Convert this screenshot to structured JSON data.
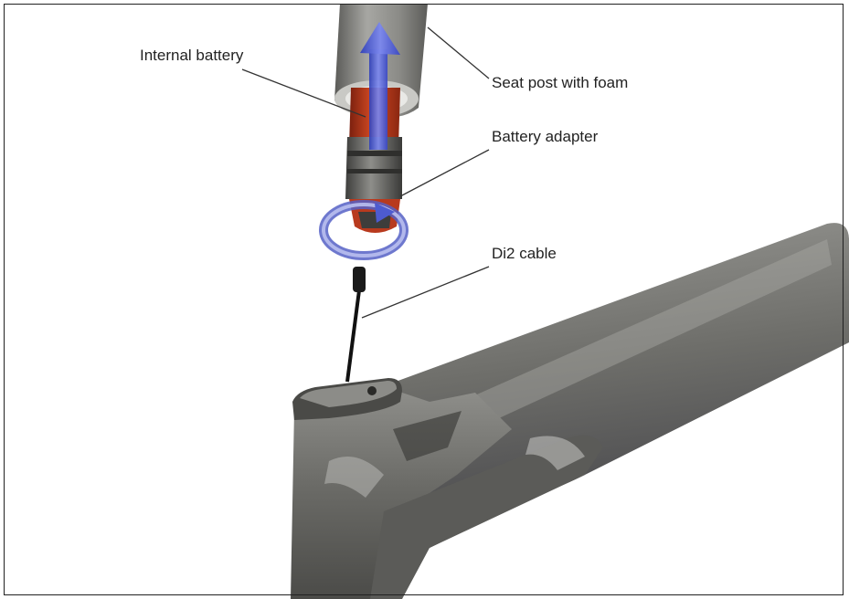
{
  "figure": {
    "labels": {
      "internal_battery": "Internal battery",
      "seat_post": "Seat post with foam",
      "battery_adapter": "Battery adapter",
      "di2_cable": "Di2 cable"
    },
    "colors": {
      "frame": "#6e6e6a",
      "seat_post": "#8a8a86",
      "battery": "#b83a1e",
      "arrow": "#4d5bd0",
      "leader_line": "#333333"
    },
    "icons": {
      "insert_arrow": "arrow-up-icon",
      "rotate_arrow": "rotate-icon"
    }
  }
}
